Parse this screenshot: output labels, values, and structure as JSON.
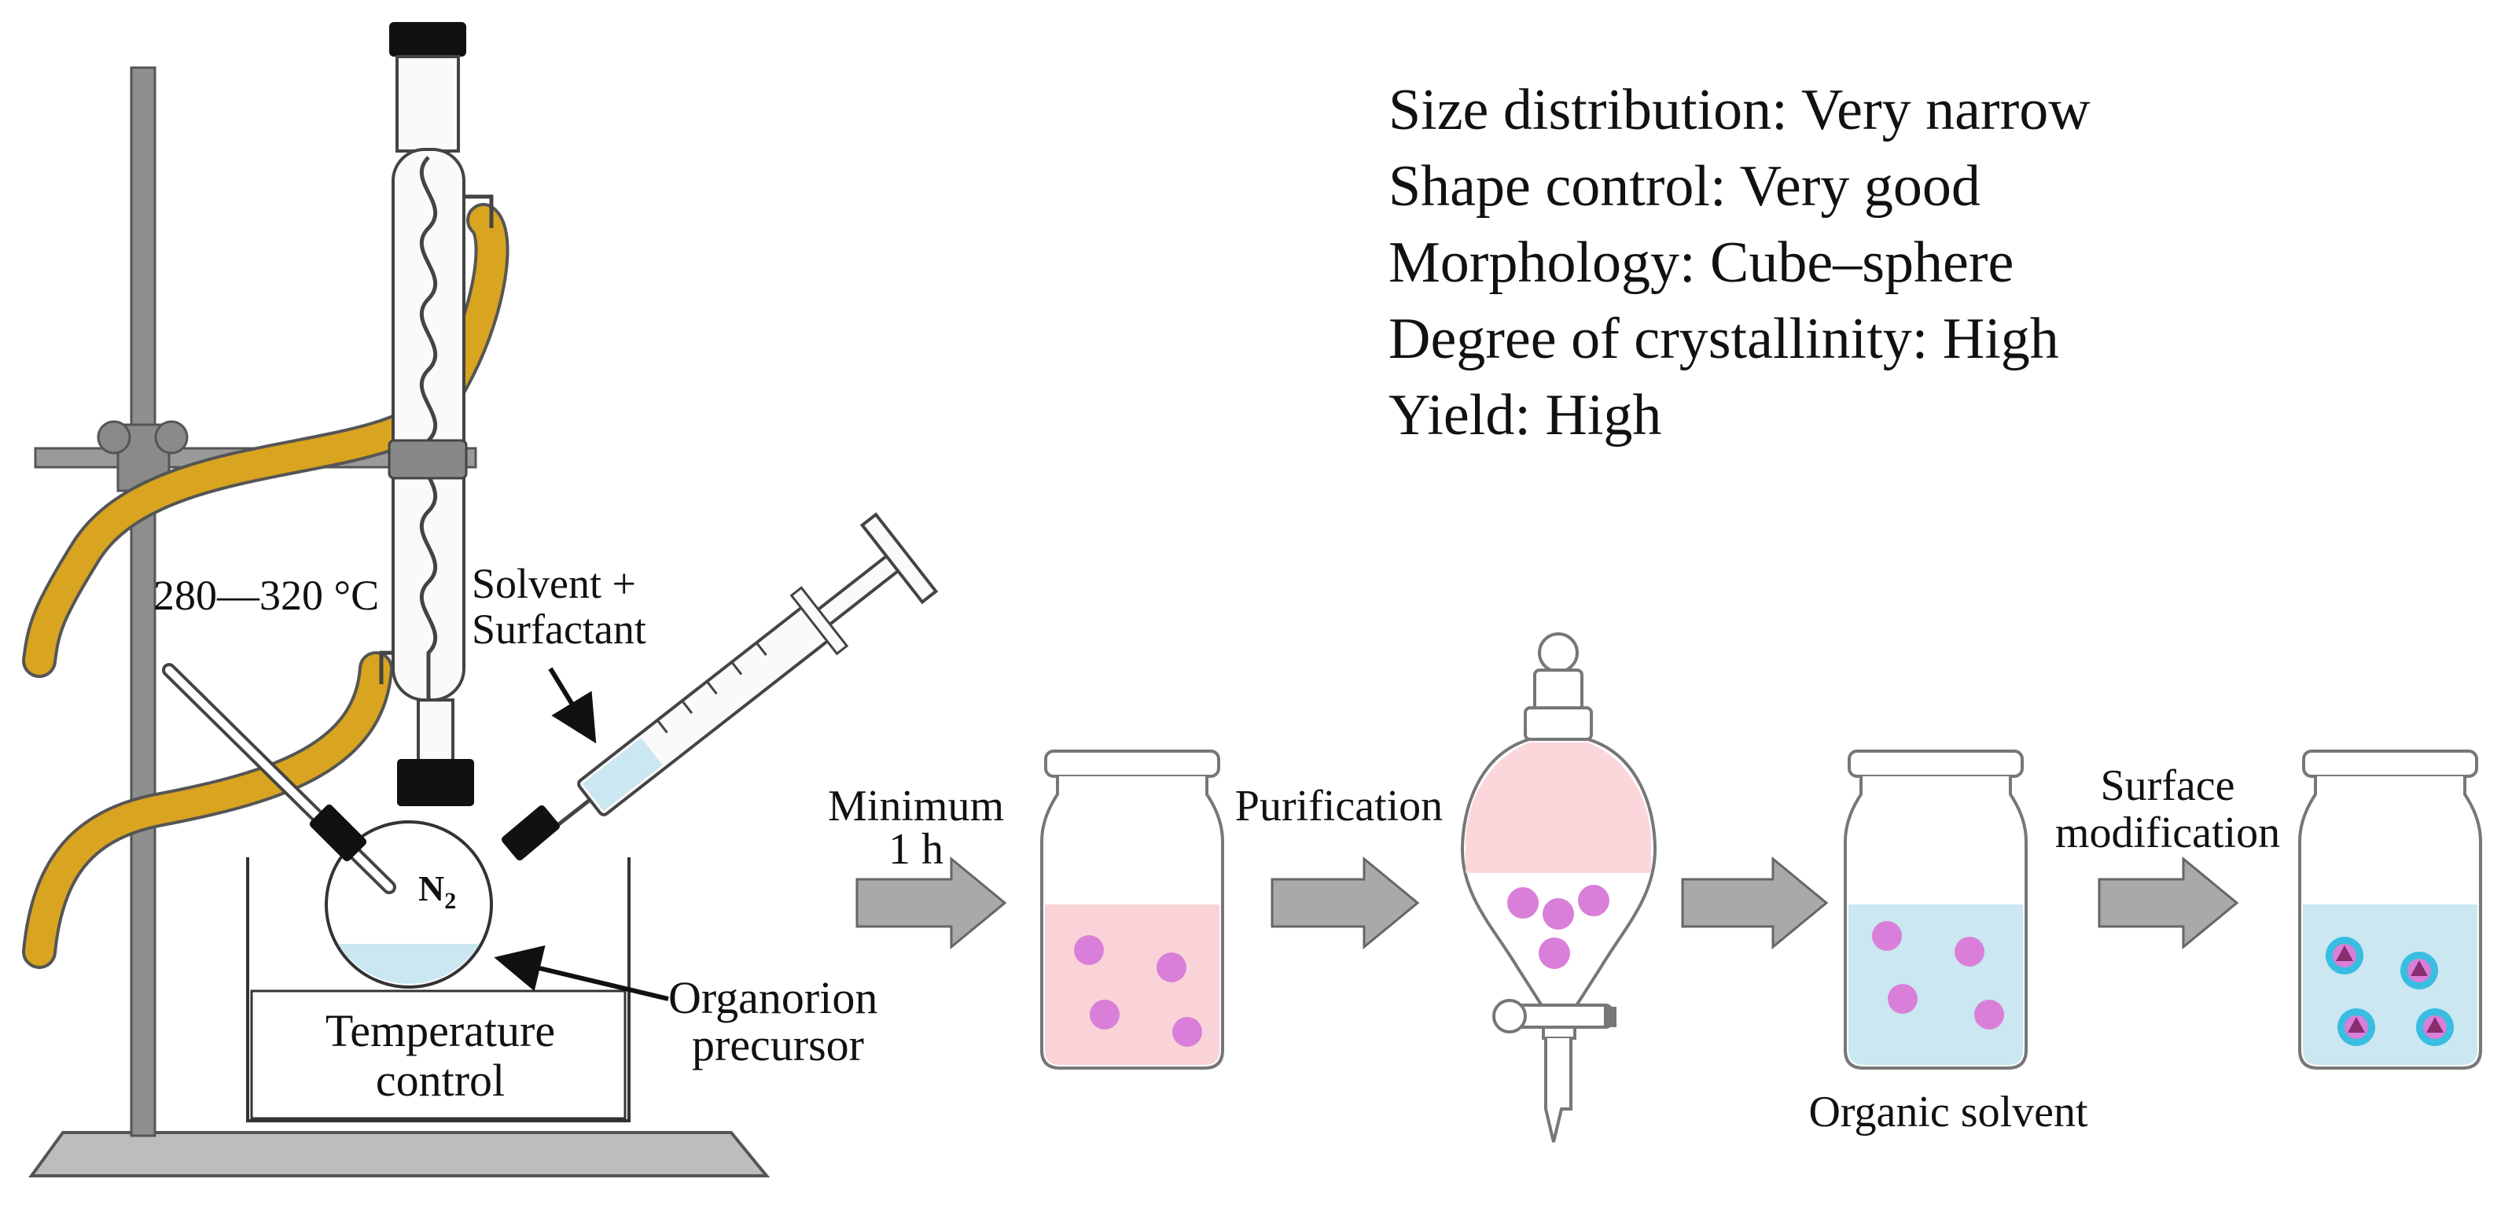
{
  "properties": [
    "Size distribution: Very narrow",
    "Shape control: Very good",
    "Morphology: Cube–sphere",
    "Degree of crystallinity: High",
    "Yield: High"
  ],
  "labels": {
    "temperature_range": "280—320 °C",
    "solvent_line1": "Solvent +",
    "solvent_line2": "Surfactant",
    "gas": "N",
    "gas_sub": "2",
    "precursor_line1": "Organorion",
    "precursor_line2": "precursor",
    "temp_control_line1": "Temperature",
    "temp_control_line2": "control",
    "time_line1": "Minimum",
    "time_line2": "1 h",
    "purification": "Purification",
    "organic_solvent": "Organic solvent",
    "surface_line1": "Surface",
    "surface_line2": "modification"
  },
  "colors": {
    "tubing": "#d9a520",
    "stand": "#8a8a8a",
    "pink_liquid": "#f9d3d8",
    "blue_liquid": "#cbe7f1",
    "particle": "#d97fd9",
    "shell": "#39bde0",
    "core": "#b0408e",
    "arrow": "#a9a9a9"
  }
}
